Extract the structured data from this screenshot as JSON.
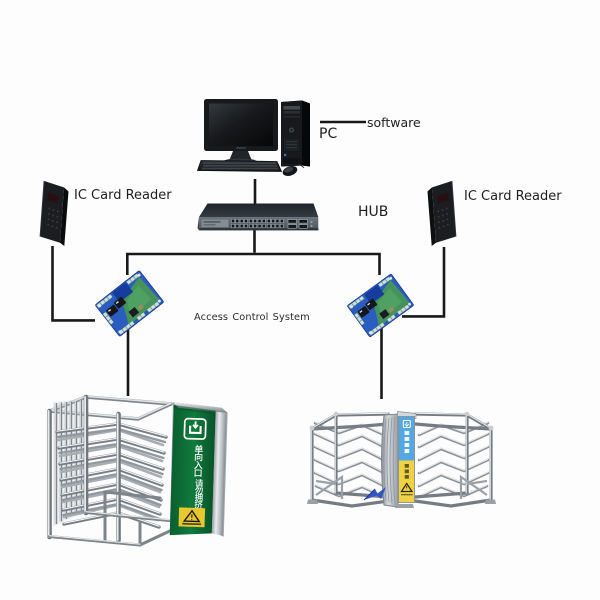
{
  "page": {
    "background_color": "#fdfdfd",
    "connector_color": "#181818"
  },
  "labels": {
    "software": "software",
    "pc": "PC",
    "hub": "HUB",
    "left_reader": "IC Card Reader",
    "right_reader": "IC Card Reader",
    "system": "Access Control System"
  },
  "left_turnstile_sign": {
    "panel_color": "#0f7c3c",
    "text_color": "#ffffff",
    "line1": "单向入口",
    "line2": "请勿拥挤",
    "warning_label_color": "#e9c72e"
  },
  "right_turnstile_sign": {
    "top_panel_color": "#55a7e2",
    "bottom_panel_color": "#eed244"
  },
  "colors": {
    "steel_light": "#d8dcdf",
    "steel_mid": "#b4bac0",
    "steel_dark": "#82898f",
    "pcb_blue": "#2b5cc0",
    "pcb_green": "#3f9e57",
    "device_black": "#1b1d20"
  }
}
